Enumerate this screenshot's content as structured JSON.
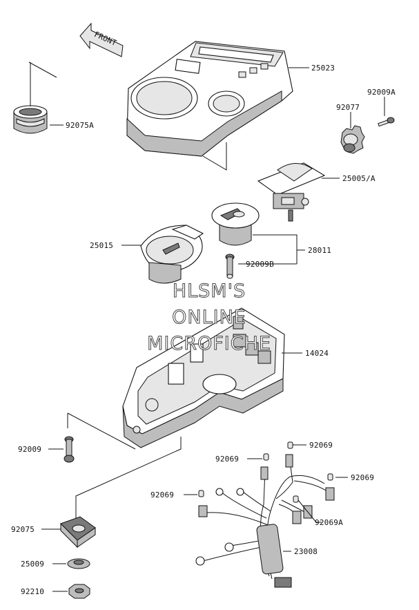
{
  "front_marker": "FRONT",
  "watermark": [
    "HLSM'S",
    "ONLINE",
    "MICROFICHE"
  ],
  "labels": {
    "l25023": "25023",
    "l92009A": "92009A",
    "l92077": "92077",
    "l92075A": "92075A",
    "l25005A": "25005/A",
    "l28011": "28011",
    "l25015": "25015",
    "l92009B": "92009B",
    "l14024": "14024",
    "l92009": "92009",
    "l92069a": "92069",
    "l92069b": "92069",
    "l92069c": "92069",
    "l92069d": "92069",
    "l92069A": "92069A",
    "l92075": "92075",
    "l23008": "23008",
    "l25009": "25009",
    "l92210": "92210"
  }
}
